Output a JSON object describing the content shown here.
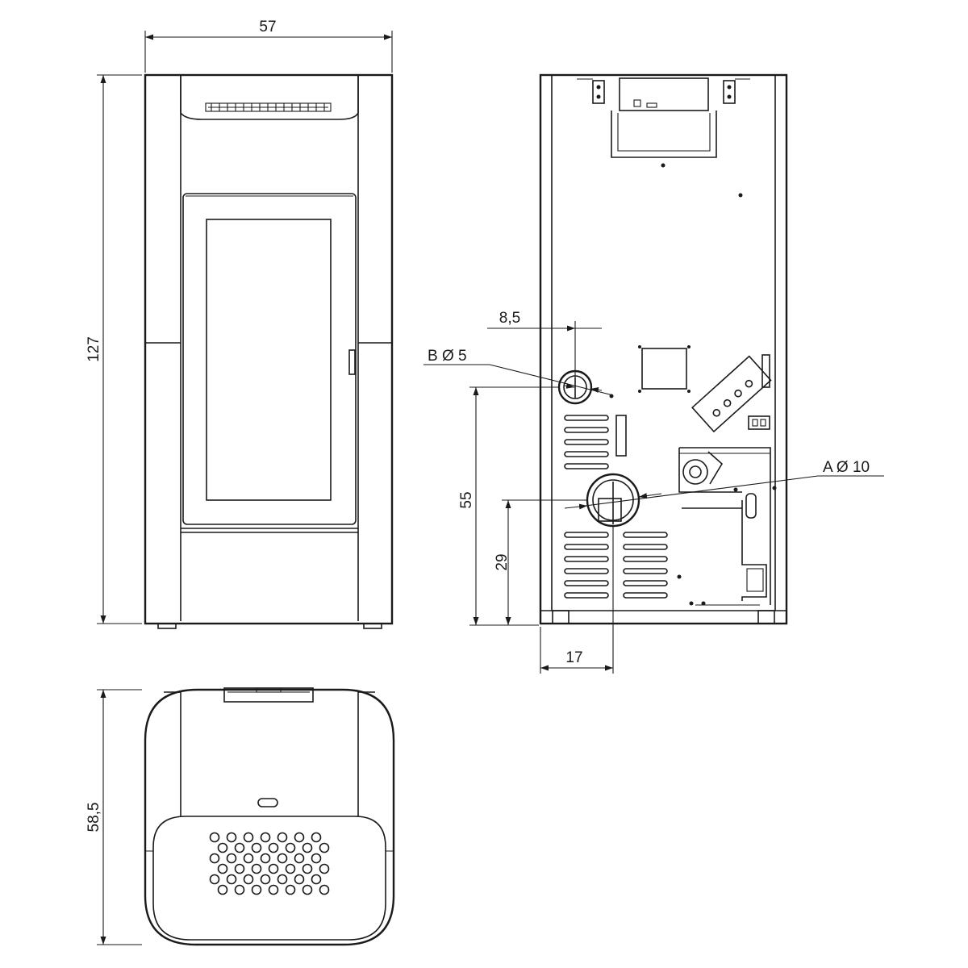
{
  "dimensions": {
    "width_front": "57",
    "height_front": "127",
    "depth_top": "58,5",
    "outlet_b_offset": "8,5",
    "outlet_b_label": "B Ø 5",
    "outlet_b_height": "55",
    "outlet_a_label": "A Ø 10",
    "outlet_a_height": "29",
    "outlet_a_offset": "17"
  },
  "colors": {
    "line": "#1a1a1a",
    "background": "#ffffff"
  }
}
